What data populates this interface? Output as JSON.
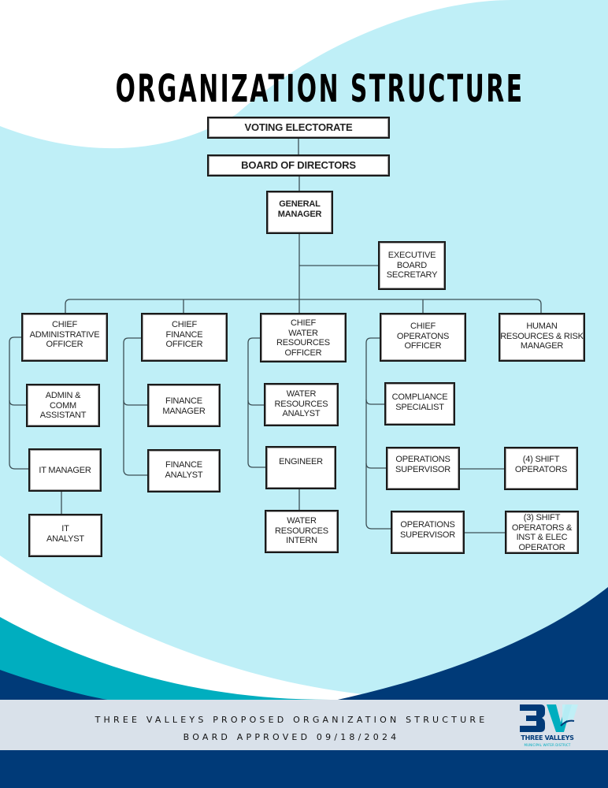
{
  "colors": {
    "light_cyan": "#bfeff7",
    "teal": "#00aebf",
    "navy": "#003a78",
    "footer_band": "#d9e1ea",
    "line": "#3c4f55"
  },
  "title": "ORGANIZATION STRUCTURE",
  "org": {
    "voting_electorate": "VOTING ELECTORATE",
    "board_of_directors": "BOARD OF DIRECTORS",
    "general_manager": "GENERAL\nMANAGER",
    "executive_board_secretary": "EXECUTIVE\nBOARD\nSECRETARY",
    "chief_administrative_officer": "CHIEF\nADMINISTRATIVE\nOFFICER",
    "chief_finance_officer": "CHIEF\nFINANCE\nOFFICER",
    "chief_water_resources_officer": "CHIEF\nWATER\nRESOURCES\nOFFICER",
    "chief_operations_officer": "CHIEF\nOPERATONS\nOFFICER",
    "hr_risk_manager": "HUMAN\nRESOURCES & RISK\nMANAGER",
    "admin_comm_assistant": "ADMIN &\nCOMM\nASSISTANT",
    "it_manager": "IT MANAGER",
    "it_analyst": "IT\nANALYST",
    "finance_manager": "FINANCE\nMANAGER",
    "finance_analyst": "FINANCE\nANALYST",
    "water_resources_analyst": "WATER\nRESOURCES\nANALYST",
    "engineer": "ENGINEER",
    "water_resources_intern": "WATER\nRESOURCES\nINTERN",
    "compliance_specialist": "COMPLIANCE\nSPECIALIST",
    "operations_supervisor_1": "OPERATIONS\nSUPERVISOR",
    "shift_operators_4": "(4) SHIFT\nOPERATORS",
    "operations_supervisor_2": "OPERATIONS\nSUPERVISOR",
    "shift_operators_3": "(3) SHIFT\nOPERATORS &\nINST & ELEC\nOPERATOR"
  },
  "footer": {
    "line1": "THREE VALLEYS PROPOSED ORGANIZATION STRUCTURE",
    "line2": "BOARD APPROVED 09/18/2024"
  },
  "logo": {
    "mark": "3V",
    "name": "THREE VALLEYS",
    "subtitle": "MUNICIPAL WATER DISTRICT"
  }
}
